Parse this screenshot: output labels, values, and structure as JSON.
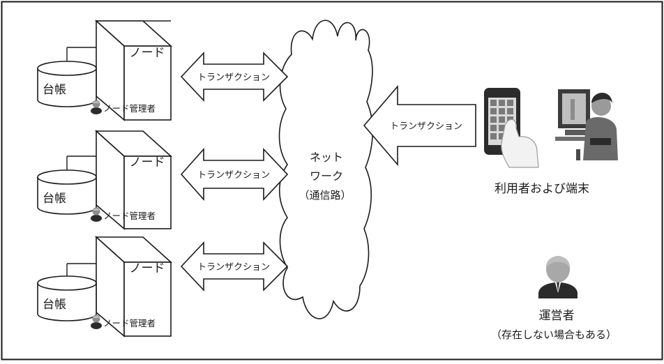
{
  "node_label": "ノード",
  "ledger_label": "台帳",
  "node_admin_label": "ノード管理者",
  "transaction_label": "トランザクション",
  "network_label": {
    "line1": "ネット",
    "line2": "ワーク",
    "line3": "（通信路）"
  },
  "user_label": "利用者および端末",
  "operator_label": "運営者",
  "operator_note": "（存在しない場合もある）",
  "colors": {
    "line": "#1a1a1a",
    "fill": "#ffffff",
    "person_dark": "#2b2b2b",
    "person_light": "#bdbdbd"
  }
}
